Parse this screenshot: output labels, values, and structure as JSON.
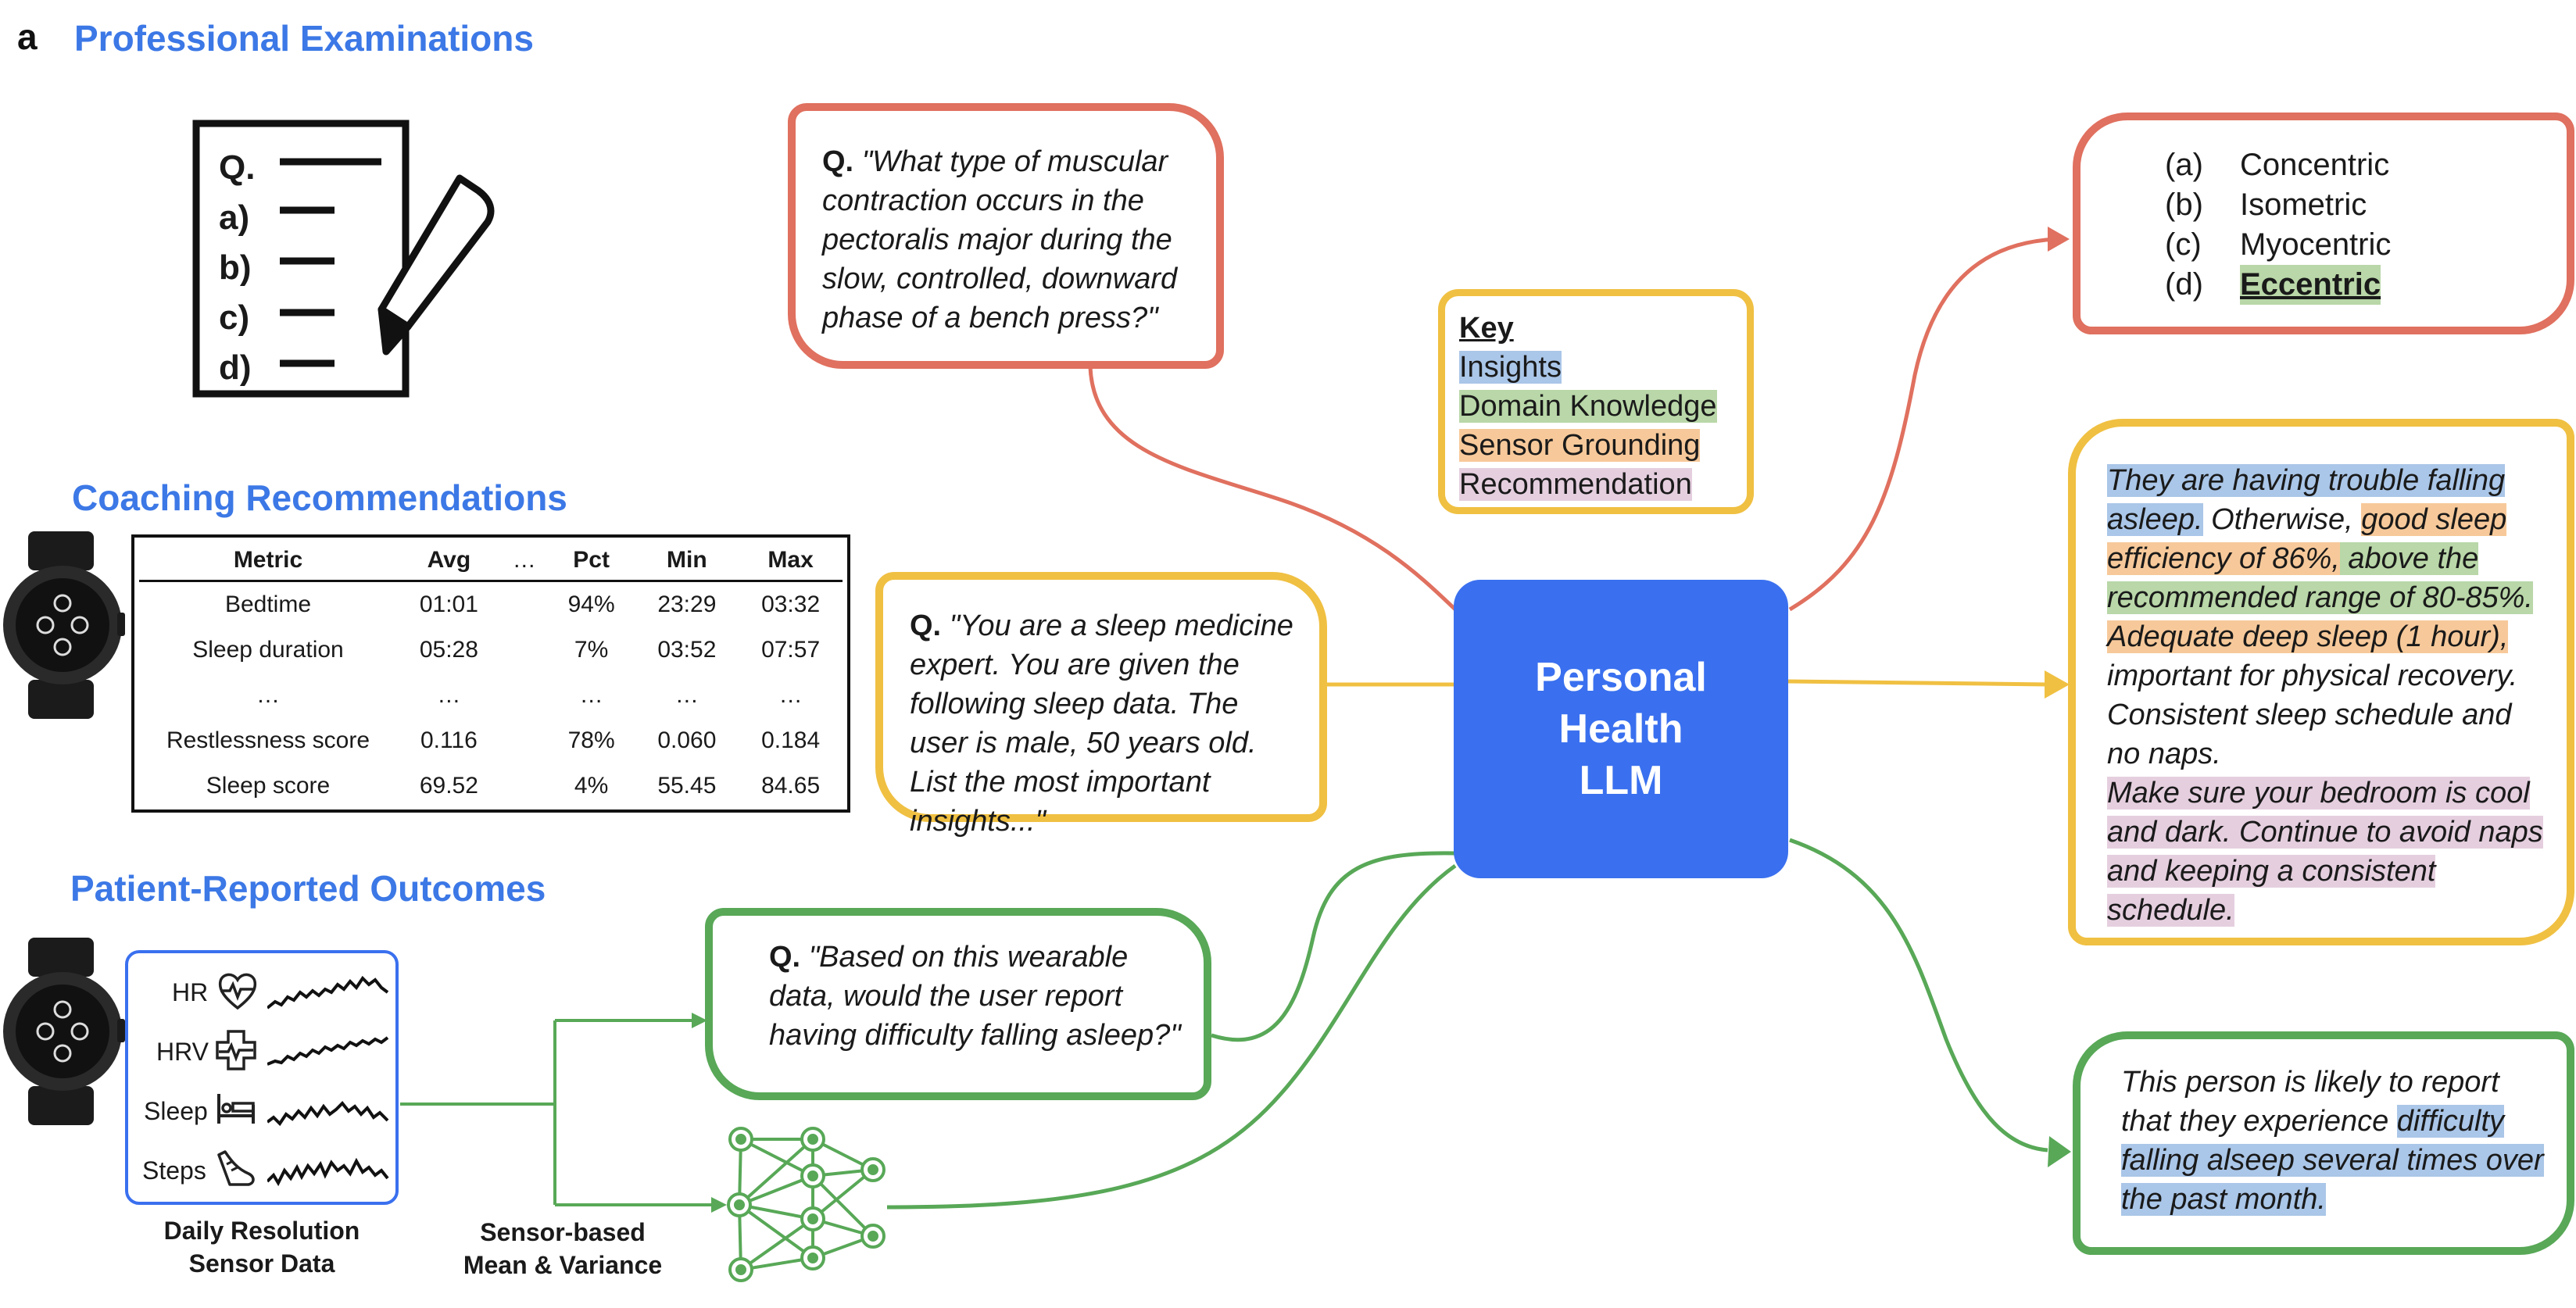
{
  "panel_letter": "a",
  "sections": {
    "exams": "Professional Examinations",
    "coaching": "Coaching Recommendations",
    "pro": "Patient-Reported Outcomes"
  },
  "exam_sheet": {
    "lines": [
      "Q.",
      "a)",
      "b)",
      "c)",
      "d)"
    ]
  },
  "metrics_table": {
    "headers": [
      "Metric",
      "Avg",
      "…",
      "Pct",
      "Min",
      "Max"
    ],
    "rows": [
      [
        "Bedtime",
        "01:01",
        "",
        "94%",
        "23:29",
        "03:32"
      ],
      [
        "Sleep duration",
        "05:28",
        "",
        "7%",
        "03:52",
        "07:57"
      ],
      [
        "…",
        "…",
        "",
        "…",
        "…",
        "…"
      ],
      [
        "Restlessness score",
        "0.116",
        "",
        "78%",
        "0.060",
        "0.184"
      ],
      [
        "Sleep score",
        "69.52",
        "",
        "4%",
        "55.45",
        "84.65"
      ]
    ]
  },
  "sensor_panel": {
    "labels": [
      "HR",
      "HRV",
      "Sleep",
      "Steps"
    ],
    "caption_line1": "Daily Resolution",
    "caption_line2": "Sensor Data"
  },
  "mean_var_caption": {
    "line1": "Sensor-based",
    "line2": "Mean & Variance"
  },
  "questions": {
    "q_label": "Q.",
    "exam": "\"What type of muscular contraction occurs in the pectoralis major during the slow, controlled, downward phase of a bench press?\"",
    "sleep": "\"You are a sleep medicine expert. You are given the following sleep data. The user is male, 50 years old. List the most important insights...\"",
    "pro": "\"Based on this wearable data, would the user report having difficulty falling asleep?\""
  },
  "key": {
    "title": "Key",
    "items": [
      "Insights",
      "Domain Knowledge",
      "Sensor Grounding",
      "Recommendation"
    ]
  },
  "center": {
    "line1": "Personal",
    "line2": "Health",
    "line3": "LLM"
  },
  "answers": {
    "mc": [
      {
        "letter": "(a)",
        "text": "Concentric"
      },
      {
        "letter": "(b)",
        "text": "Isometric"
      },
      {
        "letter": "(c)",
        "text": "Myocentric"
      },
      {
        "letter": "(d)",
        "text": "Eccentric"
      }
    ],
    "sleep": {
      "s1": "They are having trouble falling asleep.",
      "s2": " Otherwise, ",
      "s3": "good sleep efficiency of 86%,",
      "s4": " above the recommended range of 80-85%.",
      "s5": " ",
      "s6": "Adequate deep sleep (1 hour),",
      "s7": " important for physical recovery. Consistent sleep schedule and no naps.",
      "s8": "Make sure your bedroom is cool and dark. Continue to avoid naps and keeping a consistent schedule."
    },
    "pro": {
      "p1": "This person is likely to report that they experience ",
      "p2": "difficulty falling alseep several times over the past month."
    }
  },
  "colors": {
    "red": "#e0705f",
    "yellow": "#f0c042",
    "green": "#58a857",
    "blue": "#3a70ef",
    "title_blue": "#3c78e6",
    "insights": "#aac6e8",
    "domain": "#b9d7a8",
    "sensor": "#f7c99a",
    "recommendation": "#e5cfdf"
  }
}
